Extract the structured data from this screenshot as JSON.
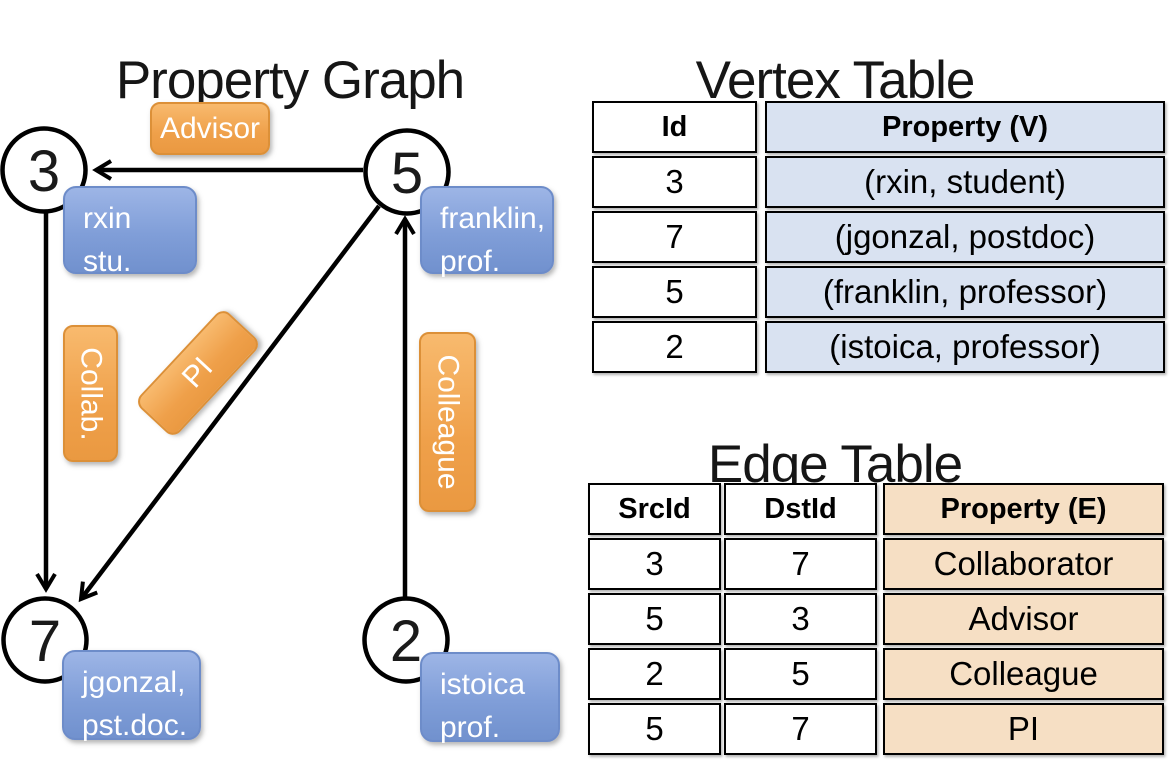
{
  "colors": {
    "edge_label_orange": "#efa04a",
    "vertex_label_blue": "#7e9bd6",
    "vertex_table_fill": "#d9e2f1",
    "edge_table_fill": "#f6dfc4"
  },
  "graph": {
    "title": "Property Graph",
    "nodes": [
      {
        "id": "3",
        "line1": "rxin",
        "line2": "stu."
      },
      {
        "id": "5",
        "line1": "franklin,",
        "line2": "prof."
      },
      {
        "id": "7",
        "line1": "jgonzal,",
        "line2": "pst.doc."
      },
      {
        "id": "2",
        "line1": "istoica",
        "line2": "prof."
      }
    ],
    "edges": [
      {
        "label": "Advisor",
        "src": "5",
        "dst": "3"
      },
      {
        "label": "Collab.",
        "src": "3",
        "dst": "7"
      },
      {
        "label": "PI",
        "src": "5",
        "dst": "7"
      },
      {
        "label": "Colleague",
        "src": "2",
        "dst": "5"
      }
    ]
  },
  "vertex_table": {
    "title": "Vertex Table",
    "columns": [
      "Id",
      "Property (V)"
    ],
    "rows": [
      {
        "id": "3",
        "property": "(rxin, student)"
      },
      {
        "id": "7",
        "property": "(jgonzal, postdoc)"
      },
      {
        "id": "5",
        "property": "(franklin, professor)"
      },
      {
        "id": "2",
        "property": "(istoica, professor)"
      }
    ]
  },
  "edge_table": {
    "title": "Edge Table",
    "columns": [
      "SrcId",
      "DstId",
      "Property (E)"
    ],
    "rows": [
      {
        "src": "3",
        "dst": "7",
        "property": "Collaborator"
      },
      {
        "src": "5",
        "dst": "3",
        "property": "Advisor"
      },
      {
        "src": "2",
        "dst": "5",
        "property": "Colleague"
      },
      {
        "src": "5",
        "dst": "7",
        "property": "PI"
      }
    ]
  }
}
